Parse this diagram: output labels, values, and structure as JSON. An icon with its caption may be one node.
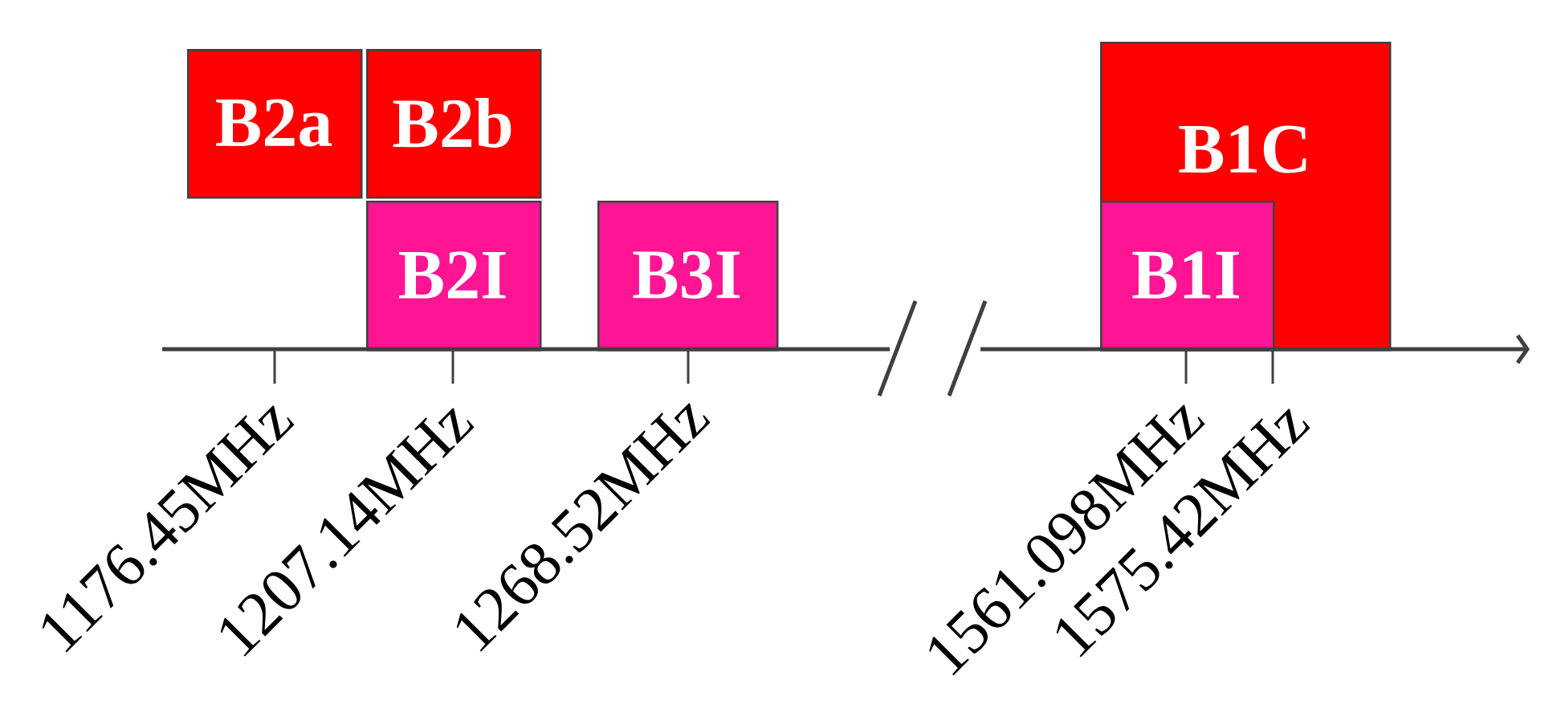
{
  "diagram": {
    "nodes": [
      {
        "text": [
          "B2a"
        ]
      },
      {
        "text": [
          "B2b"
        ]
      },
      {
        "text": [
          "B2I"
        ]
      },
      {
        "text": [
          "B3I"
        ]
      },
      {
        "text": [
          "B1C"
        ]
      },
      {
        "text": [
          "B1I"
        ],
        "in": 4
      }
    ],
    "labels": [
      "1176.45MHz",
      "1207.14MHz",
      "1268.52MHz",
      "1561.098MHz",
      "1575.42MHz"
    ]
  }
}
